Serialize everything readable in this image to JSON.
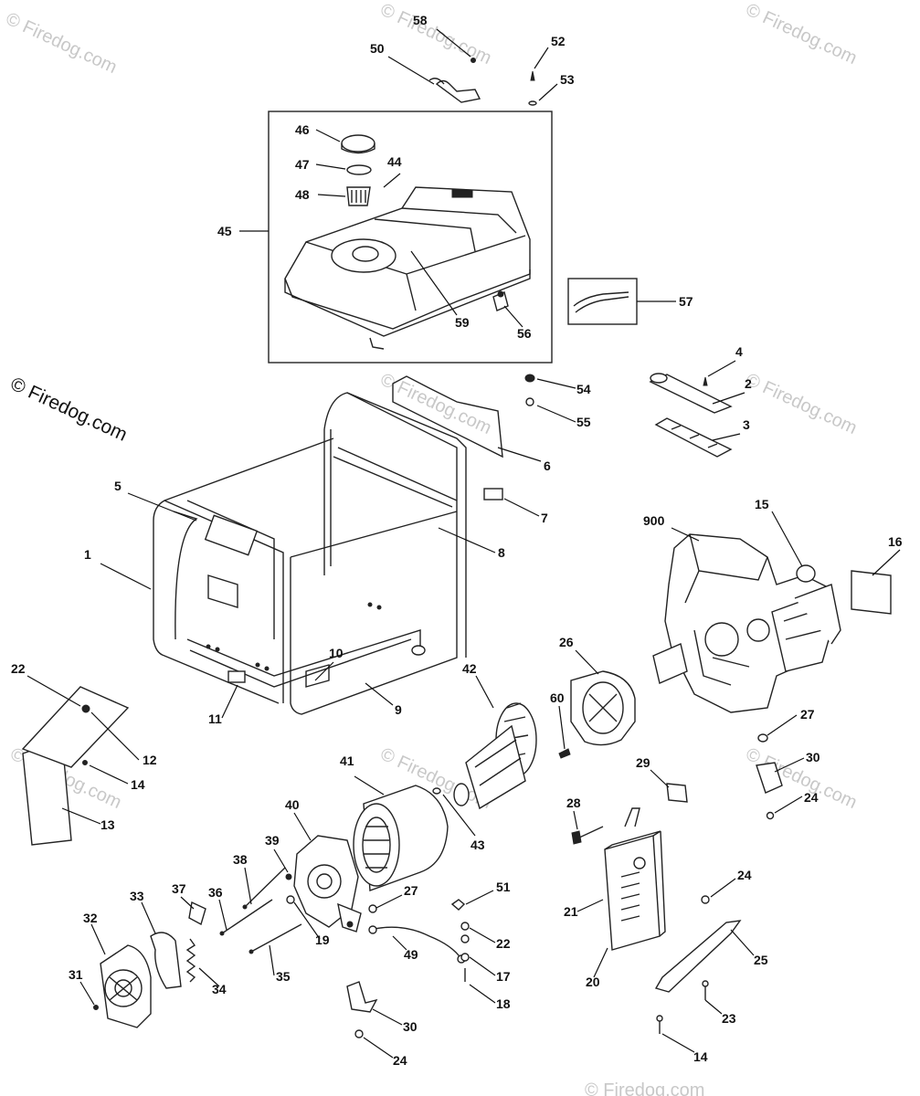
{
  "watermarks": [
    "© Firedog.com",
    "© Firedog.com",
    "© Firedog.com",
    "© Firedog.com",
    "© Firedog.com",
    "© Firedog.com",
    "© Firedog.com",
    "© Firedog.com",
    "© Firedog.com",
    "© Firedog.com"
  ],
  "callouts": [
    "58",
    "52",
    "50",
    "53",
    "46",
    "47",
    "44",
    "48",
    "45",
    "59",
    "56",
    "57",
    "4",
    "54",
    "2",
    "55",
    "3",
    "6",
    "5",
    "7",
    "15",
    "900",
    "8",
    "16",
    "1",
    "26",
    "10",
    "60",
    "42",
    "22",
    "12",
    "11",
    "9",
    "27",
    "29",
    "30",
    "14",
    "41",
    "40",
    "28",
    "24",
    "43",
    "13",
    "39",
    "38",
    "24",
    "37",
    "51",
    "27",
    "36",
    "33",
    "21",
    "22",
    "32",
    "25",
    "19",
    "49",
    "34",
    "35",
    "17",
    "20",
    "31",
    "18",
    "23",
    "30",
    "14",
    "24"
  ]
}
